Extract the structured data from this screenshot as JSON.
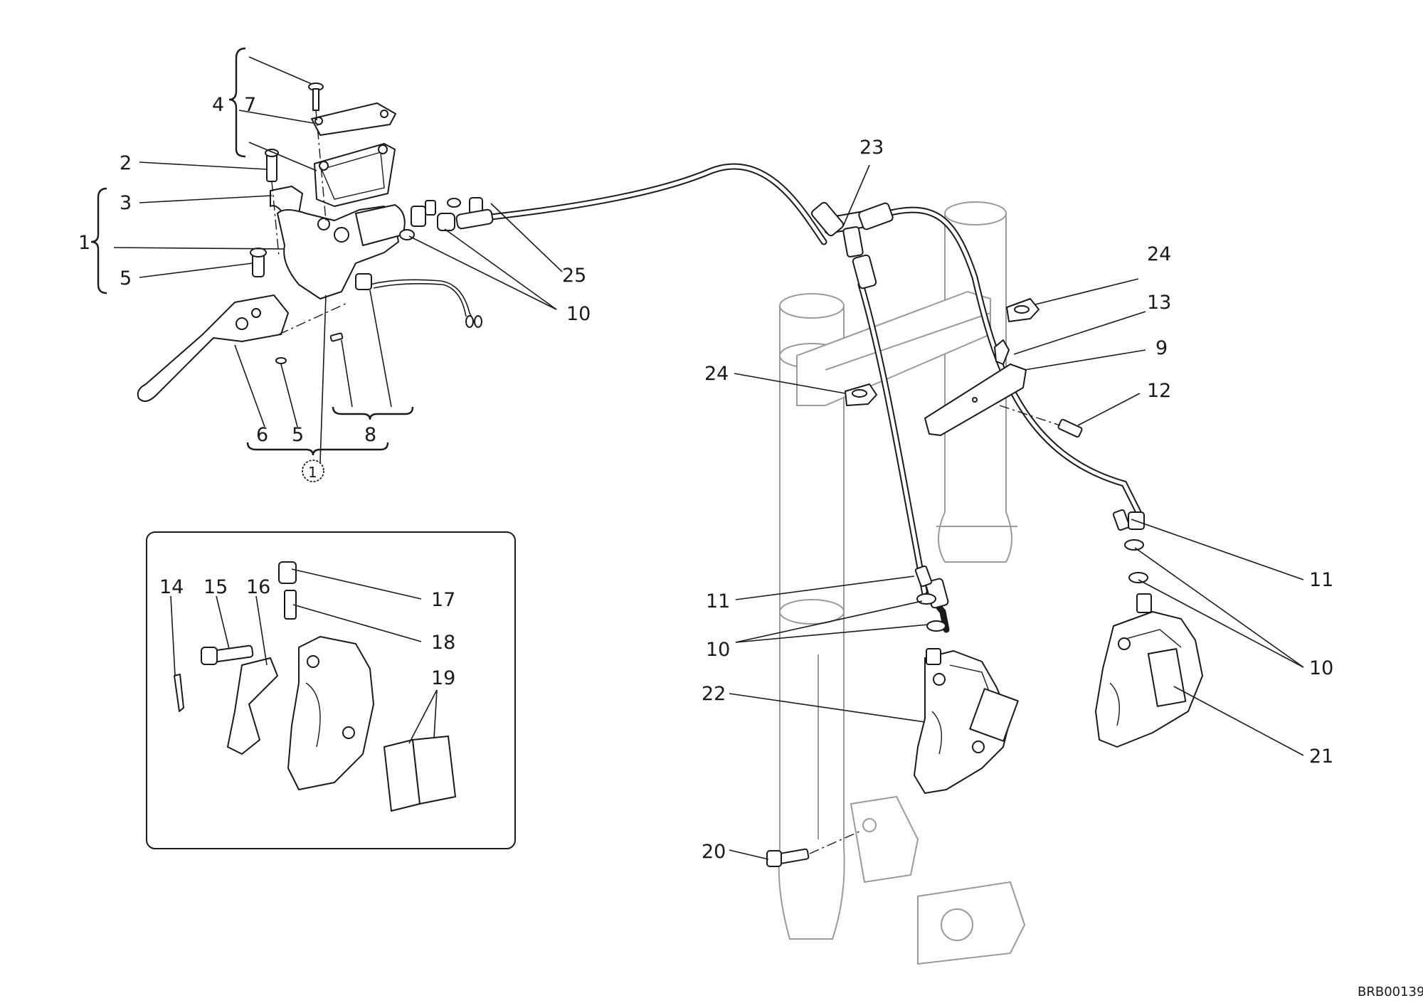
{
  "drawing_code": "BRB00139",
  "labels": {
    "l1": "1",
    "l2": "2",
    "l3": "3",
    "l4": "4",
    "l5a": "5",
    "l5b": "5",
    "l6": "6",
    "l7": "7",
    "l8": "8",
    "l9": "9",
    "l10a": "10",
    "l10b": "10",
    "l10c": "10",
    "l11a": "11",
    "l11b": "11",
    "l12": "12",
    "l13": "13",
    "l14": "14",
    "l15": "15",
    "l16": "16",
    "l17": "17",
    "l18": "18",
    "l19": "19",
    "l20": "20",
    "l21": "21",
    "l22": "22",
    "l23": "23",
    "l24a": "24",
    "l24b": "24",
    "l25": "25",
    "circled": "1"
  }
}
